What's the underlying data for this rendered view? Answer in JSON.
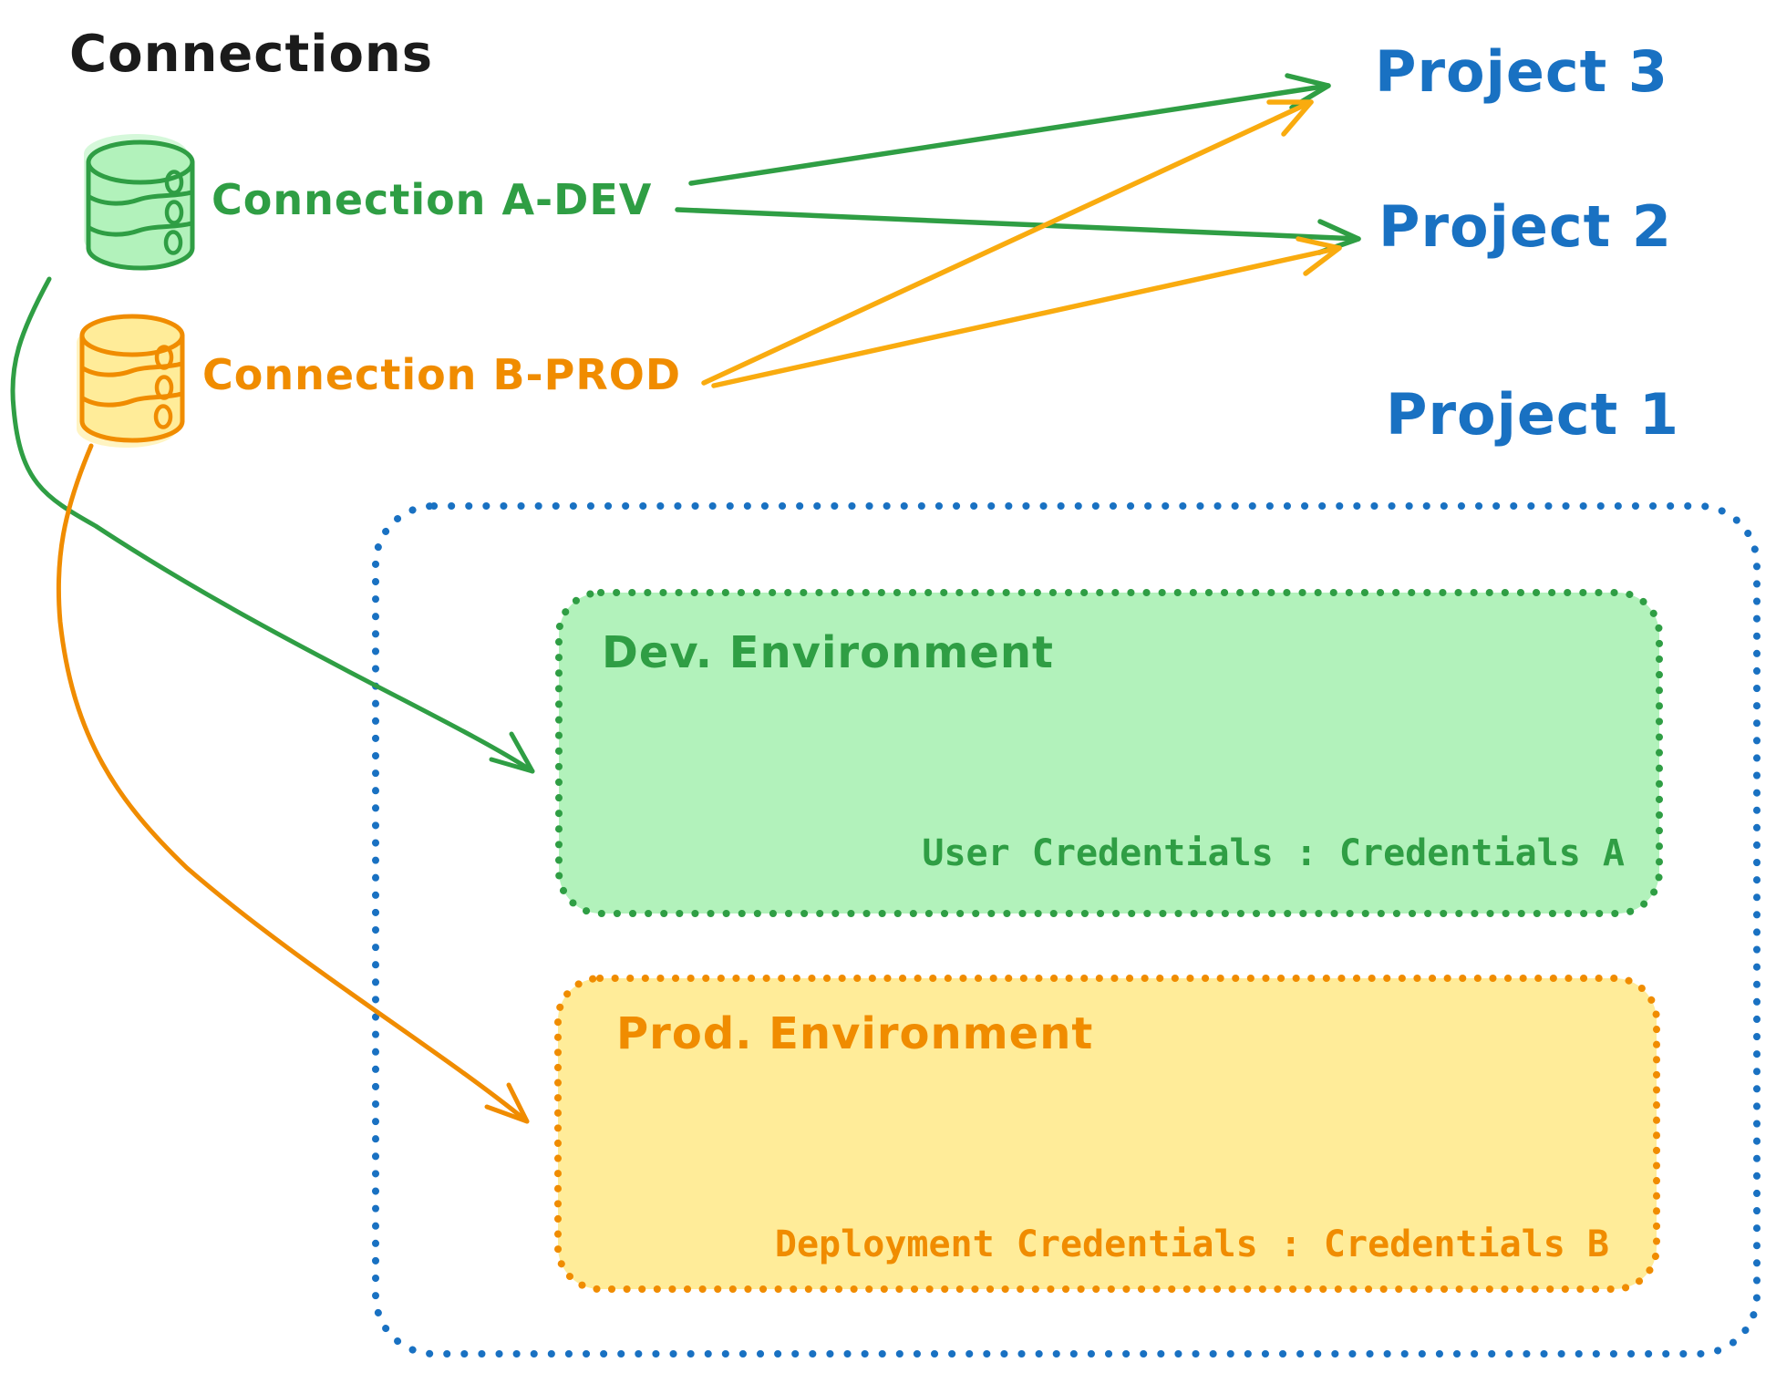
{
  "title": "Connections",
  "connections": {
    "a_dev": {
      "label": "Connection A-DEV",
      "color": "#2f9e44",
      "icon": "database-icon"
    },
    "b_prod": {
      "label": "Connection B-PROD",
      "color": "#f08c00",
      "icon": "database-icon"
    }
  },
  "projects": {
    "p3": "Project 3",
    "p2": "Project 2",
    "p1": "Project 1"
  },
  "project1": {
    "dev": {
      "title": "Dev. Environment",
      "credentials": "User Credentials : Credentials A"
    },
    "prod": {
      "title": "Prod. Environment",
      "credentials": "Deployment Credentials : Credentials B"
    }
  },
  "edges": [
    {
      "from": "Connection A-DEV",
      "to": "Project 3",
      "style": "straight-arrow",
      "color": "#2f9e44"
    },
    {
      "from": "Connection A-DEV",
      "to": "Project 2",
      "style": "straight-arrow",
      "color": "#2f9e44"
    },
    {
      "from": "Connection B-PROD",
      "to": "Project 3",
      "style": "straight-arrow",
      "color": "#f9ab0f"
    },
    {
      "from": "Connection B-PROD",
      "to": "Project 2",
      "style": "straight-arrow",
      "color": "#f9ab0f"
    },
    {
      "from": "Connection A-DEV",
      "to": "Dev. Environment",
      "style": "curved-arrow",
      "color": "#2f9e44"
    },
    {
      "from": "Connection B-PROD",
      "to": "Prod. Environment",
      "style": "curved-arrow",
      "color": "#f08c00"
    }
  ],
  "colors": {
    "black": "#1b1b1b",
    "blue": "#1971c2",
    "green": "#2f9e44",
    "green_fill": "#b2f2bb",
    "orange": "#f08c00",
    "orange_fill": "#ffec99",
    "arrow_yellow": "#f9ab0f"
  }
}
